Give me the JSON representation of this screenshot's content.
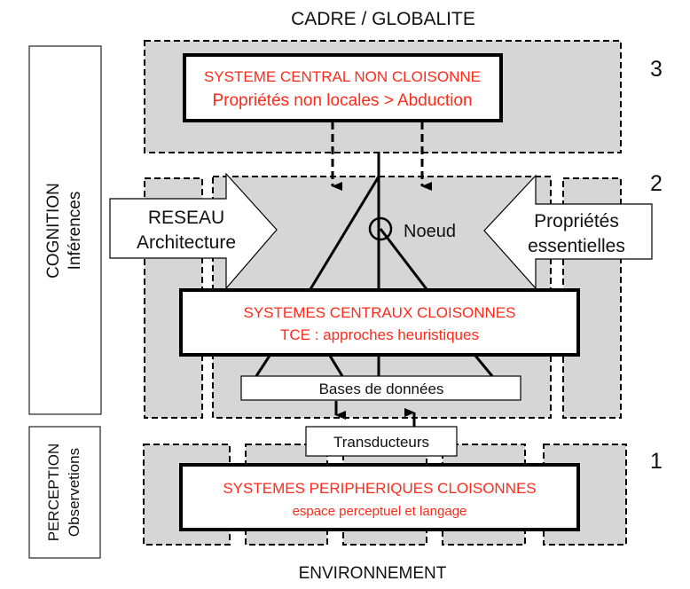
{
  "title_top": "CADRE / GLOBALITE",
  "title_bottom": "ENVIRONNEMENT",
  "side_panels": {
    "cognition": {
      "line1": "COGNITION",
      "line2": "Inférences"
    },
    "perception": {
      "line1": "PERCEPTION",
      "line2": "Observetions"
    }
  },
  "levels": {
    "level3": "3",
    "level2": "2",
    "level1": "1"
  },
  "systems": {
    "central_non_partitioned": {
      "line1": "SYSTEME CENTRAL NON CLOISONNE",
      "line2": "Propriétés non locales > Abduction"
    },
    "central_partitioned": {
      "line1": "SYSTEMES CENTRAUX CLOISONNES",
      "line2": "TCE : approches heuristiques"
    },
    "peripheral_partitioned": {
      "line1": "SYSTEMES PERIPHERIQUES CLOISONNES",
      "line2": "espace perceptuel et langage"
    }
  },
  "arrows": {
    "network": {
      "line1": "RESEAU",
      "line2": "Architecture"
    },
    "properties": {
      "line1": "Propriétés",
      "line2": "essentielles"
    }
  },
  "node_label": "Noeud",
  "databases_label": "Bases de données",
  "transducers_label": "Transducteurs",
  "colors": {
    "system_text": "#ff2a1a",
    "module_fill": "#d6d6d6",
    "line": "#000000"
  }
}
